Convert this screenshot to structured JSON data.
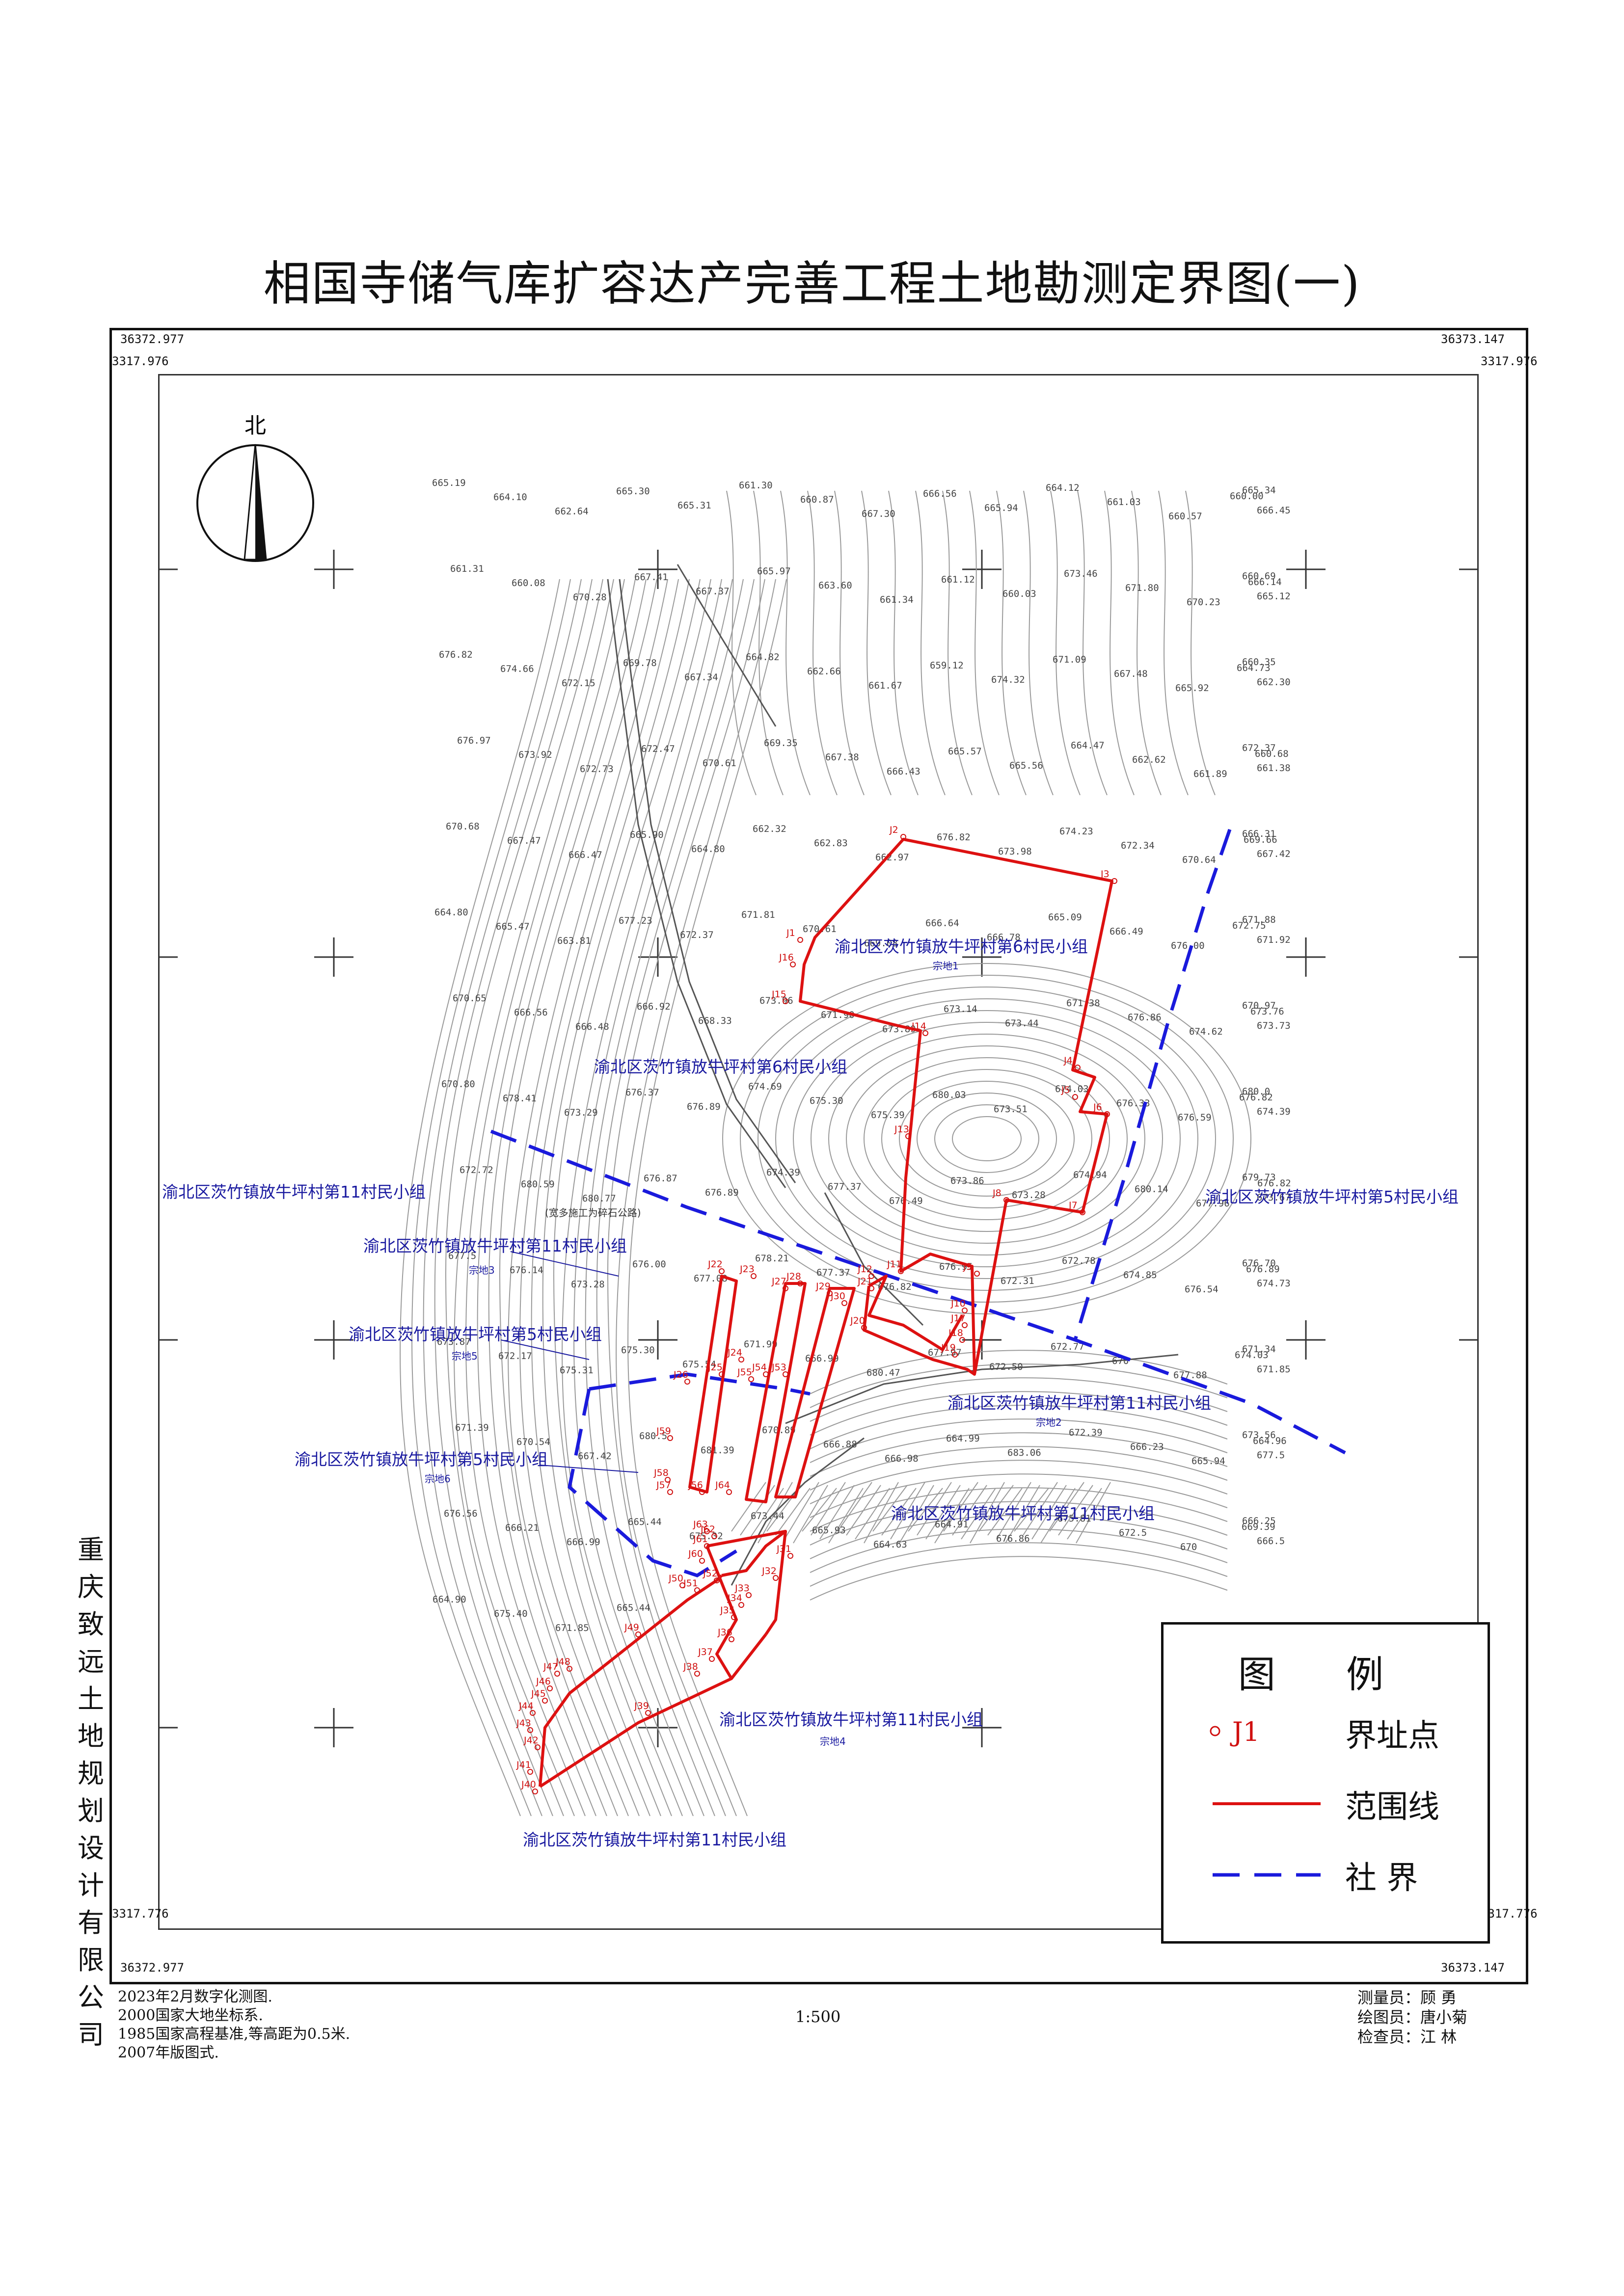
{
  "title": "相国寺储气库扩容达产完善工程土地勘测定界图(一)",
  "coords": {
    "top_left_x": "36372.977",
    "top_right_x": "36373.147",
    "top_left_y": "3317.976",
    "top_right_y": "3317.976",
    "bottom_left_y": "3317.776",
    "bottom_right_y": "3317.776",
    "bottom_left_x": "36372.977",
    "bottom_right_x": "36373.147"
  },
  "north_label": "北",
  "company": [
    "重",
    "庆",
    "致",
    "远",
    "土",
    "地",
    "规",
    "划",
    "设",
    "计",
    "有",
    "限",
    "公",
    "司"
  ],
  "villages": [
    "渝北区茨竹镇放牛坪村第6村民小组",
    "渝北区茨竹镇放牛坪村第6村民小组",
    "渝北区茨竹镇放牛坪村第11村民小组",
    "渝北区茨竹镇放牛坪村第11村民小组",
    "渝北区茨竹镇放牛坪村第5村民小组",
    "渝北区茨竹镇放牛坪村第5村民小组",
    "渝北区茨竹镇放牛坪村第5村民小组",
    "渝北区茨竹镇放牛坪村第11村民小组",
    "渝北区茨竹镇放牛坪村第11村民小组",
    "渝北区茨竹镇放牛坪村第11村民小组",
    "渝北区茨竹镇放牛坪村第11村民小组"
  ],
  "zongdi": [
    "宗地1",
    "宗地3",
    "宗地5",
    "宗地6",
    "宗地2",
    "宗地4"
  ],
  "road_note": "(宽多施工为碎石公路)",
  "points": [
    "J1",
    "J2",
    "J3",
    "J4",
    "J5",
    "J6",
    "J7",
    "J8",
    "J9",
    "J10",
    "J11",
    "J12",
    "J13",
    "J14",
    "J15",
    "J16",
    "J17",
    "J18",
    "J19",
    "J20",
    "J21",
    "J22",
    "J23",
    "J24",
    "J25",
    "J26",
    "J27",
    "J28",
    "J29",
    "J30",
    "J31",
    "J32",
    "J33",
    "J34",
    "J35",
    "J36",
    "J37",
    "J38",
    "J39",
    "J40",
    "J41",
    "J42",
    "J43",
    "J44",
    "J45",
    "J46",
    "J47",
    "J48",
    "J49",
    "J50",
    "J51",
    "J52",
    "J53",
    "J54",
    "J55",
    "J56",
    "J57",
    "J58",
    "J59",
    "J60",
    "J61",
    "J62",
    "J63",
    "J64"
  ],
  "elevations": [
    "665.19",
    "664.10",
    "662.64",
    "665.30",
    "665.31",
    "661.30",
    "660.87",
    "667.30",
    "666.56",
    "665.94",
    "664.12",
    "661.03",
    "660.57",
    "660.00",
    "666.45",
    "665.34",
    "661.31",
    "660.08",
    "670.28",
    "667.41",
    "667.37",
    "665.97",
    "663.60",
    "661.34",
    "661.12",
    "660.03",
    "673.46",
    "671.80",
    "670.23",
    "666.14",
    "665.12",
    "660.69",
    "676.82",
    "674.66",
    "672.15",
    "669.78",
    "667.34",
    "664.82",
    "662.66",
    "661.67",
    "659.12",
    "674.32",
    "671.09",
    "667.48",
    "665.92",
    "664.73",
    "662.30",
    "660.35",
    "676.97",
    "673.92",
    "672.73",
    "672.47",
    "670.61",
    "669.35",
    "667.38",
    "666.43",
    "665.57",
    "665.56",
    "664.47",
    "662.62",
    "661.89",
    "660.68",
    "661.38",
    "672.37",
    "670.68",
    "667.47",
    "666.47",
    "665.90",
    "664.80",
    "662.32",
    "662.83",
    "662.97",
    "676.82",
    "673.98",
    "674.23",
    "672.34",
    "670.64",
    "669.66",
    "667.42",
    "666.31",
    "664.80",
    "665.47",
    "663.81",
    "677.23",
    "672.37",
    "671.81",
    "670.61",
    "669.08",
    "666.64",
    "666.78",
    "665.09",
    "666.49",
    "676.00",
    "672.75",
    "671.92",
    "671.88",
    "670.65",
    "666.56",
    "666.48",
    "666.92",
    "668.33",
    "673.96",
    "671.90",
    "673.89",
    "673.14",
    "673.44",
    "671.38",
    "676.86",
    "674.62",
    "673.76",
    "673.73",
    "670.97",
    "670.80",
    "678.41",
    "673.29",
    "676.37",
    "676.89",
    "674.69",
    "675.30",
    "675.39",
    "680.03",
    "673.51",
    "674.03",
    "676.33",
    "676.59",
    "676.82",
    "674.39",
    "680.0",
    "672.72",
    "680.59",
    "680.77",
    "676.87",
    "676.89",
    "674.39",
    "677.37",
    "676.49",
    "673.86",
    "673.28",
    "674.94",
    "680.14",
    "677.96",
    "676.82",
    "673.67",
    "679.73",
    "677.5",
    "676.14",
    "673.28",
    "676.00",
    "677.08",
    "678.21",
    "677.37",
    "676.82",
    "676.95",
    "672.31",
    "672.78",
    "674.85",
    "676.54",
    "676.89",
    "674.73",
    "676.70",
    "673.87",
    "672.17",
    "675.31",
    "675.30",
    "675.54",
    "671.99",
    "666.99",
    "680.47",
    "677.97",
    "672.50",
    "672.77",
    "670",
    "677.88",
    "674.03",
    "671.85",
    "671.34",
    "671.39",
    "670.54",
    "667.42",
    "680.5",
    "681.39",
    "670.89",
    "666.88",
    "666.98",
    "664.99",
    "683.06",
    "672.39",
    "666.23",
    "665.94",
    "664.96",
    "677.5",
    "673.56",
    "676.56",
    "666.21",
    "666.99",
    "665.44",
    "675.32",
    "673.44",
    "665.93",
    "664.63",
    "664.91",
    "676.86",
    "675.81",
    "672.5",
    "670",
    "669.39",
    "666.5",
    "666.25",
    "664.90",
    "675.40",
    "671.85",
    "665.44"
  ],
  "legend": {
    "title": "图  例",
    "point_symbol": "J1",
    "point_label": "界址点",
    "range_label": "范围线",
    "boundary_label": "社  界"
  },
  "footnotes": [
    "2023年2月数字化测图.",
    "2000国家大地坐标系.",
    "1985国家高程基准,等高距为0.5米.",
    "2007年版图式."
  ],
  "scale": "1:500",
  "staff": [
    "测量员：顾  勇",
    "绘图员：唐小菊",
    "检查员：江  林"
  ],
  "colors": {
    "range": "#dd1111",
    "boundary": "#1a1adc",
    "village_text": "#1a1aa0"
  }
}
